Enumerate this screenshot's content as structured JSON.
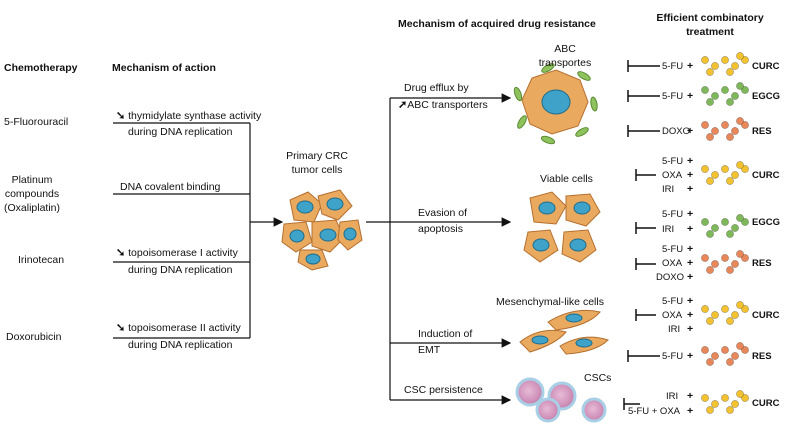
{
  "headers": {
    "chemotherapy": "Chemotherapy",
    "mechanism_action": "Mechanism of action",
    "mechanism_resistance": "Mechanism of acquired drug resistance",
    "efficient_1": "Efficient combinatory",
    "efficient_2": "treatment"
  },
  "drugs": [
    {
      "name_1": "5-Fluorouracil",
      "name_2": "",
      "name_3": "",
      "action_1": "thymidylate synthase activity",
      "action_2": "during DNA replication",
      "arrow": "➘"
    },
    {
      "name_1": "Platinum",
      "name_2": "compounds",
      "name_3": "(Oxaliplatin)",
      "action_1": "DNA covalent binding",
      "action_2": "",
      "arrow": ""
    },
    {
      "name_1": "Irinotecan",
      "name_2": "",
      "name_3": "",
      "action_1": "topoisomerase I activity",
      "action_2": "during DNA replication",
      "arrow": "➘"
    },
    {
      "name_1": "Doxorubicin",
      "name_2": "",
      "name_3": "",
      "action_1": "topoisomerase II activity",
      "action_2": "during DNA replication",
      "arrow": "➘"
    }
  ],
  "center": {
    "label_1": "Primary CRC",
    "label_2": "tumor cells"
  },
  "resistance": [
    {
      "label_1": "Drug efflux by",
      "label_2": "ABC transporters",
      "arrow": "➚",
      "cell_label_1": "ABC",
      "cell_label_2": "transportes"
    },
    {
      "label_1": "Evasion of",
      "label_2": "apoptosis",
      "arrow": "",
      "cell_label_1": "Viable cells",
      "cell_label_2": ""
    },
    {
      "label_1": "Induction of",
      "label_2": "EMT",
      "arrow": "",
      "cell_label_1": "Mesenchymal-like cells",
      "cell_label_2": ""
    },
    {
      "label_1": "CSC persistence",
      "label_2": "",
      "arrow": "",
      "cell_label_1": "CSCs",
      "cell_label_2": ""
    }
  ],
  "treatments": [
    {
      "drugs": [
        "5-FU"
      ],
      "agent": "CURC",
      "color": "#f2c230"
    },
    {
      "drugs": [
        "5-FU"
      ],
      "agent": "EGCG",
      "color": "#7fb85a"
    },
    {
      "drugs": [
        "DOXO"
      ],
      "agent": "RES",
      "color": "#e8875a"
    },
    {
      "drugs": [
        "5-FU",
        "OXA",
        "IRI"
      ],
      "agent": "CURC",
      "color": "#f2c230"
    },
    {
      "drugs": [
        "5-FU",
        "IRI"
      ],
      "agent": "EGCG",
      "color": "#7fb85a"
    },
    {
      "drugs": [
        "5-FU",
        "OXA",
        "DOXO"
      ],
      "agent": "RES",
      "color": "#e8875a"
    },
    {
      "drugs": [
        "5-FU",
        "OXA",
        "IRI"
      ],
      "agent": "CURC",
      "color": "#f2c230"
    },
    {
      "drugs": [
        "5-FU"
      ],
      "agent": "RES",
      "color": "#e8875a"
    },
    {
      "drugs": [
        "IRI",
        "5-FU + OXA"
      ],
      "agent": "CURC",
      "color": "#f2c230"
    }
  ],
  "plus": "+",
  "colors": {
    "tumor": "#e9a95f",
    "nucleus": "#3fa3c9",
    "abc": "#8dc25c",
    "csc": "#d9a6c9",
    "csc_ring": "#a8cfe6"
  }
}
